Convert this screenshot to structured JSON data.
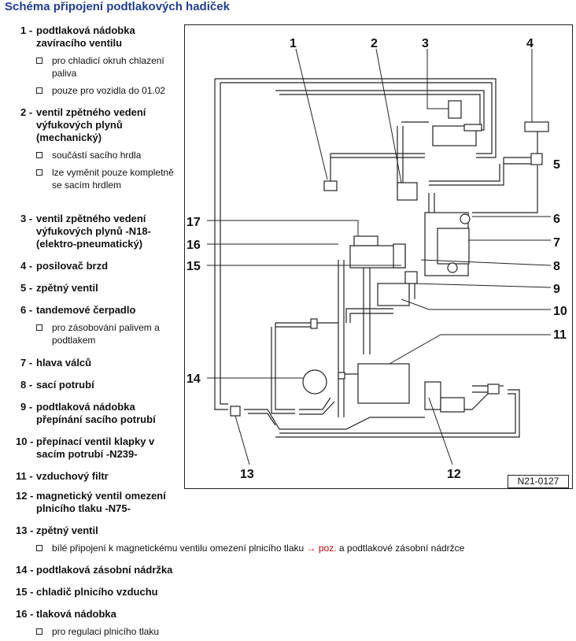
{
  "title": "Schéma připojení podtlakových hadiček",
  "legend": [
    {
      "num": "1 -",
      "label": "podtlaková nádobka zavíracího ventilu",
      "subs": [
        "pro chladicí okruh chlazení paliva",
        "pouze pro vozidla do 01.02"
      ]
    },
    {
      "num": "2 -",
      "label": "ventil zpětného vedení výfukových plynů (mechanický)",
      "subs": [
        "součástí sacího hrdla",
        "lze vyměnit pouze kompletně se sacím hrdlem"
      ]
    },
    {
      "num": "3 -",
      "label": "ventil zpětného vedení výfukových plynů -N18- (elektro-pneumatický)",
      "subs": []
    },
    {
      "num": "4 -",
      "label": "posilovač brzd",
      "subs": []
    },
    {
      "num": "5 -",
      "label": "zpětný ventil",
      "subs": []
    },
    {
      "num": "6 -",
      "label": "tandemové čerpadlo",
      "subs": [
        "pro zásobování palivem a podtlakem"
      ]
    },
    {
      "num": "7 -",
      "label": "hlava válců",
      "subs": []
    },
    {
      "num": "8 -",
      "label": "sací potrubí",
      "subs": []
    },
    {
      "num": "9 -",
      "label": "podtlaková nádobka přepínání sacího potrubí",
      "subs": []
    },
    {
      "num": "10 -",
      "label": "přepínací ventil klapky v sacím potrubí -N239-",
      "subs": []
    },
    {
      "num": "11 -",
      "label": "vzduchový filtr",
      "subs": []
    },
    {
      "num": "12 -",
      "label": "magnetický ventil omezení plnicího tlaku -N75-",
      "subs": []
    },
    {
      "num": "13 -",
      "label": "zpětný ventil",
      "subs": []
    },
    {
      "num": "14 -",
      "label": "podtlaková zásobní nádržka",
      "subs": []
    },
    {
      "num": "15 -",
      "label": "chladič plnicího vzduchu",
      "subs": []
    },
    {
      "num": "16 -",
      "label": "tlaková nádobka",
      "subs": [
        "pro regulaci plnicího tlaku"
      ]
    }
  ],
  "note13": {
    "before": "bílé připojení k magnetickému ventilu omezení plnicího tlaku",
    "link": "→ poz.",
    "after": "a podtlakové zásobní nádržce"
  },
  "diagram": {
    "tag": "N21-0127",
    "callouts": [
      "1",
      "2",
      "3",
      "4",
      "5",
      "6",
      "7",
      "8",
      "9",
      "10",
      "11",
      "12",
      "13",
      "14",
      "15",
      "16",
      "17"
    ]
  }
}
